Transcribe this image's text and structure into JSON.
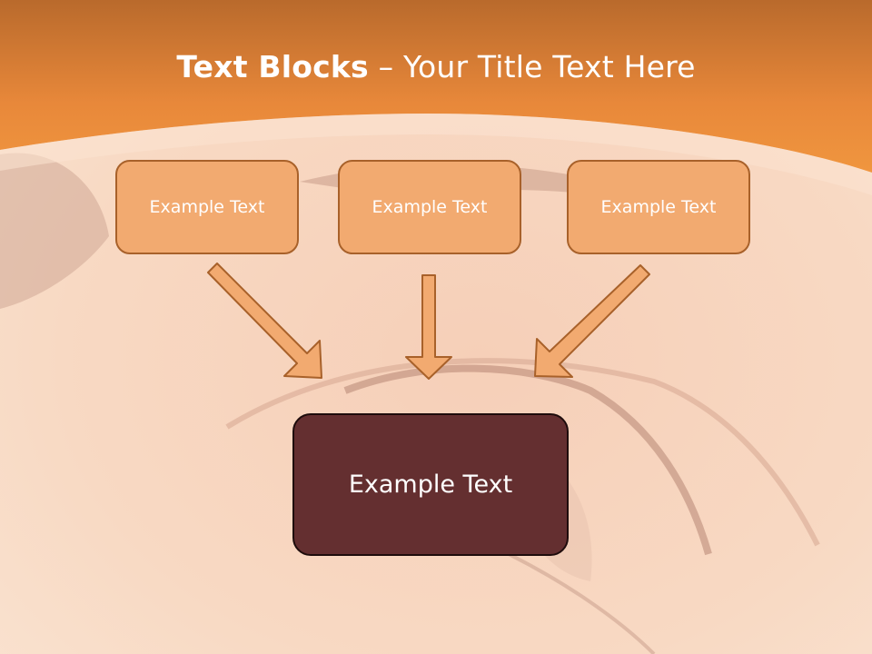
{
  "slide": {
    "title_bold": "Text Blocks",
    "title_separator": " – ",
    "title_rest": "Your Title Text Here",
    "boxes": [
      {
        "label": "Example Text"
      },
      {
        "label": "Example Text"
      },
      {
        "label": "Example Text"
      }
    ],
    "main_box": {
      "label": "Example Text"
    }
  },
  "colors": {
    "header_orange": "#e8883a",
    "box_fill": "#f2aa70",
    "box_border": "#a8612a",
    "main_box_fill": "#642f30",
    "arrow_fill": "#f2aa70"
  }
}
